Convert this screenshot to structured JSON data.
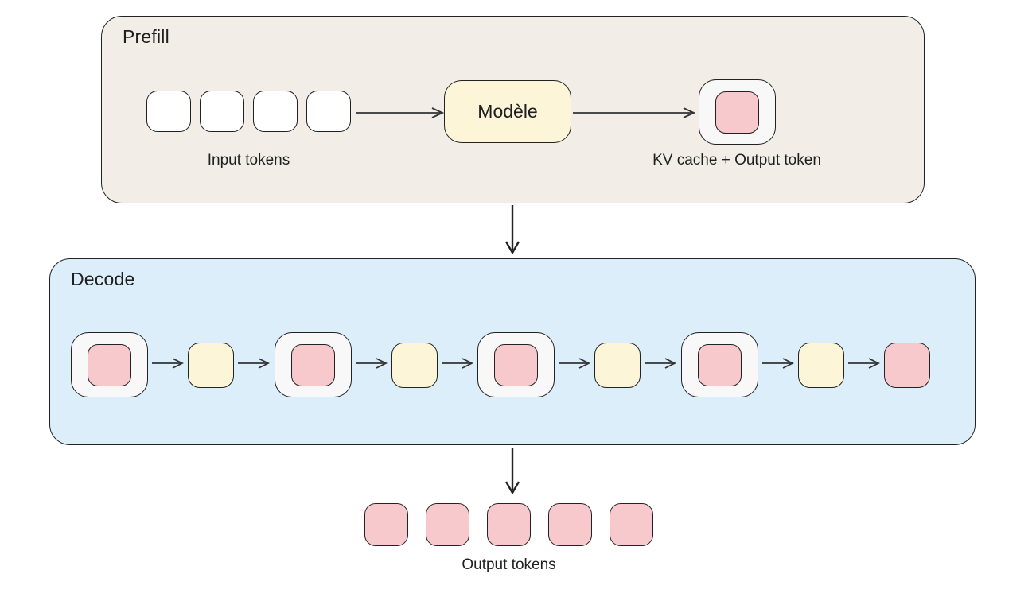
{
  "colors": {
    "border_dark": "#222222",
    "arrow": "#333333",
    "text": "#1f1f1f",
    "prefill_bg": "#f2ede6",
    "decode_bg": "#ddeefb",
    "model_fill": "#fcf5d7",
    "token_pink": "#f7c8cc",
    "cache_outer": "#f8f8f9"
  },
  "prefill": {
    "title": "Prefill",
    "input_token_count": 4,
    "input_tokens_label": "Input tokens",
    "model_label": "Modèle",
    "kv_label": "KV cache + Output token"
  },
  "decode": {
    "title": "Decode",
    "sequence": [
      "kv_cache_token",
      "model_pass",
      "kv_cache_token",
      "model_pass",
      "kv_cache_token",
      "model_pass",
      "kv_cache_token",
      "model_pass",
      "final_token"
    ]
  },
  "output": {
    "token_count": 5,
    "label": "Output tokens"
  }
}
